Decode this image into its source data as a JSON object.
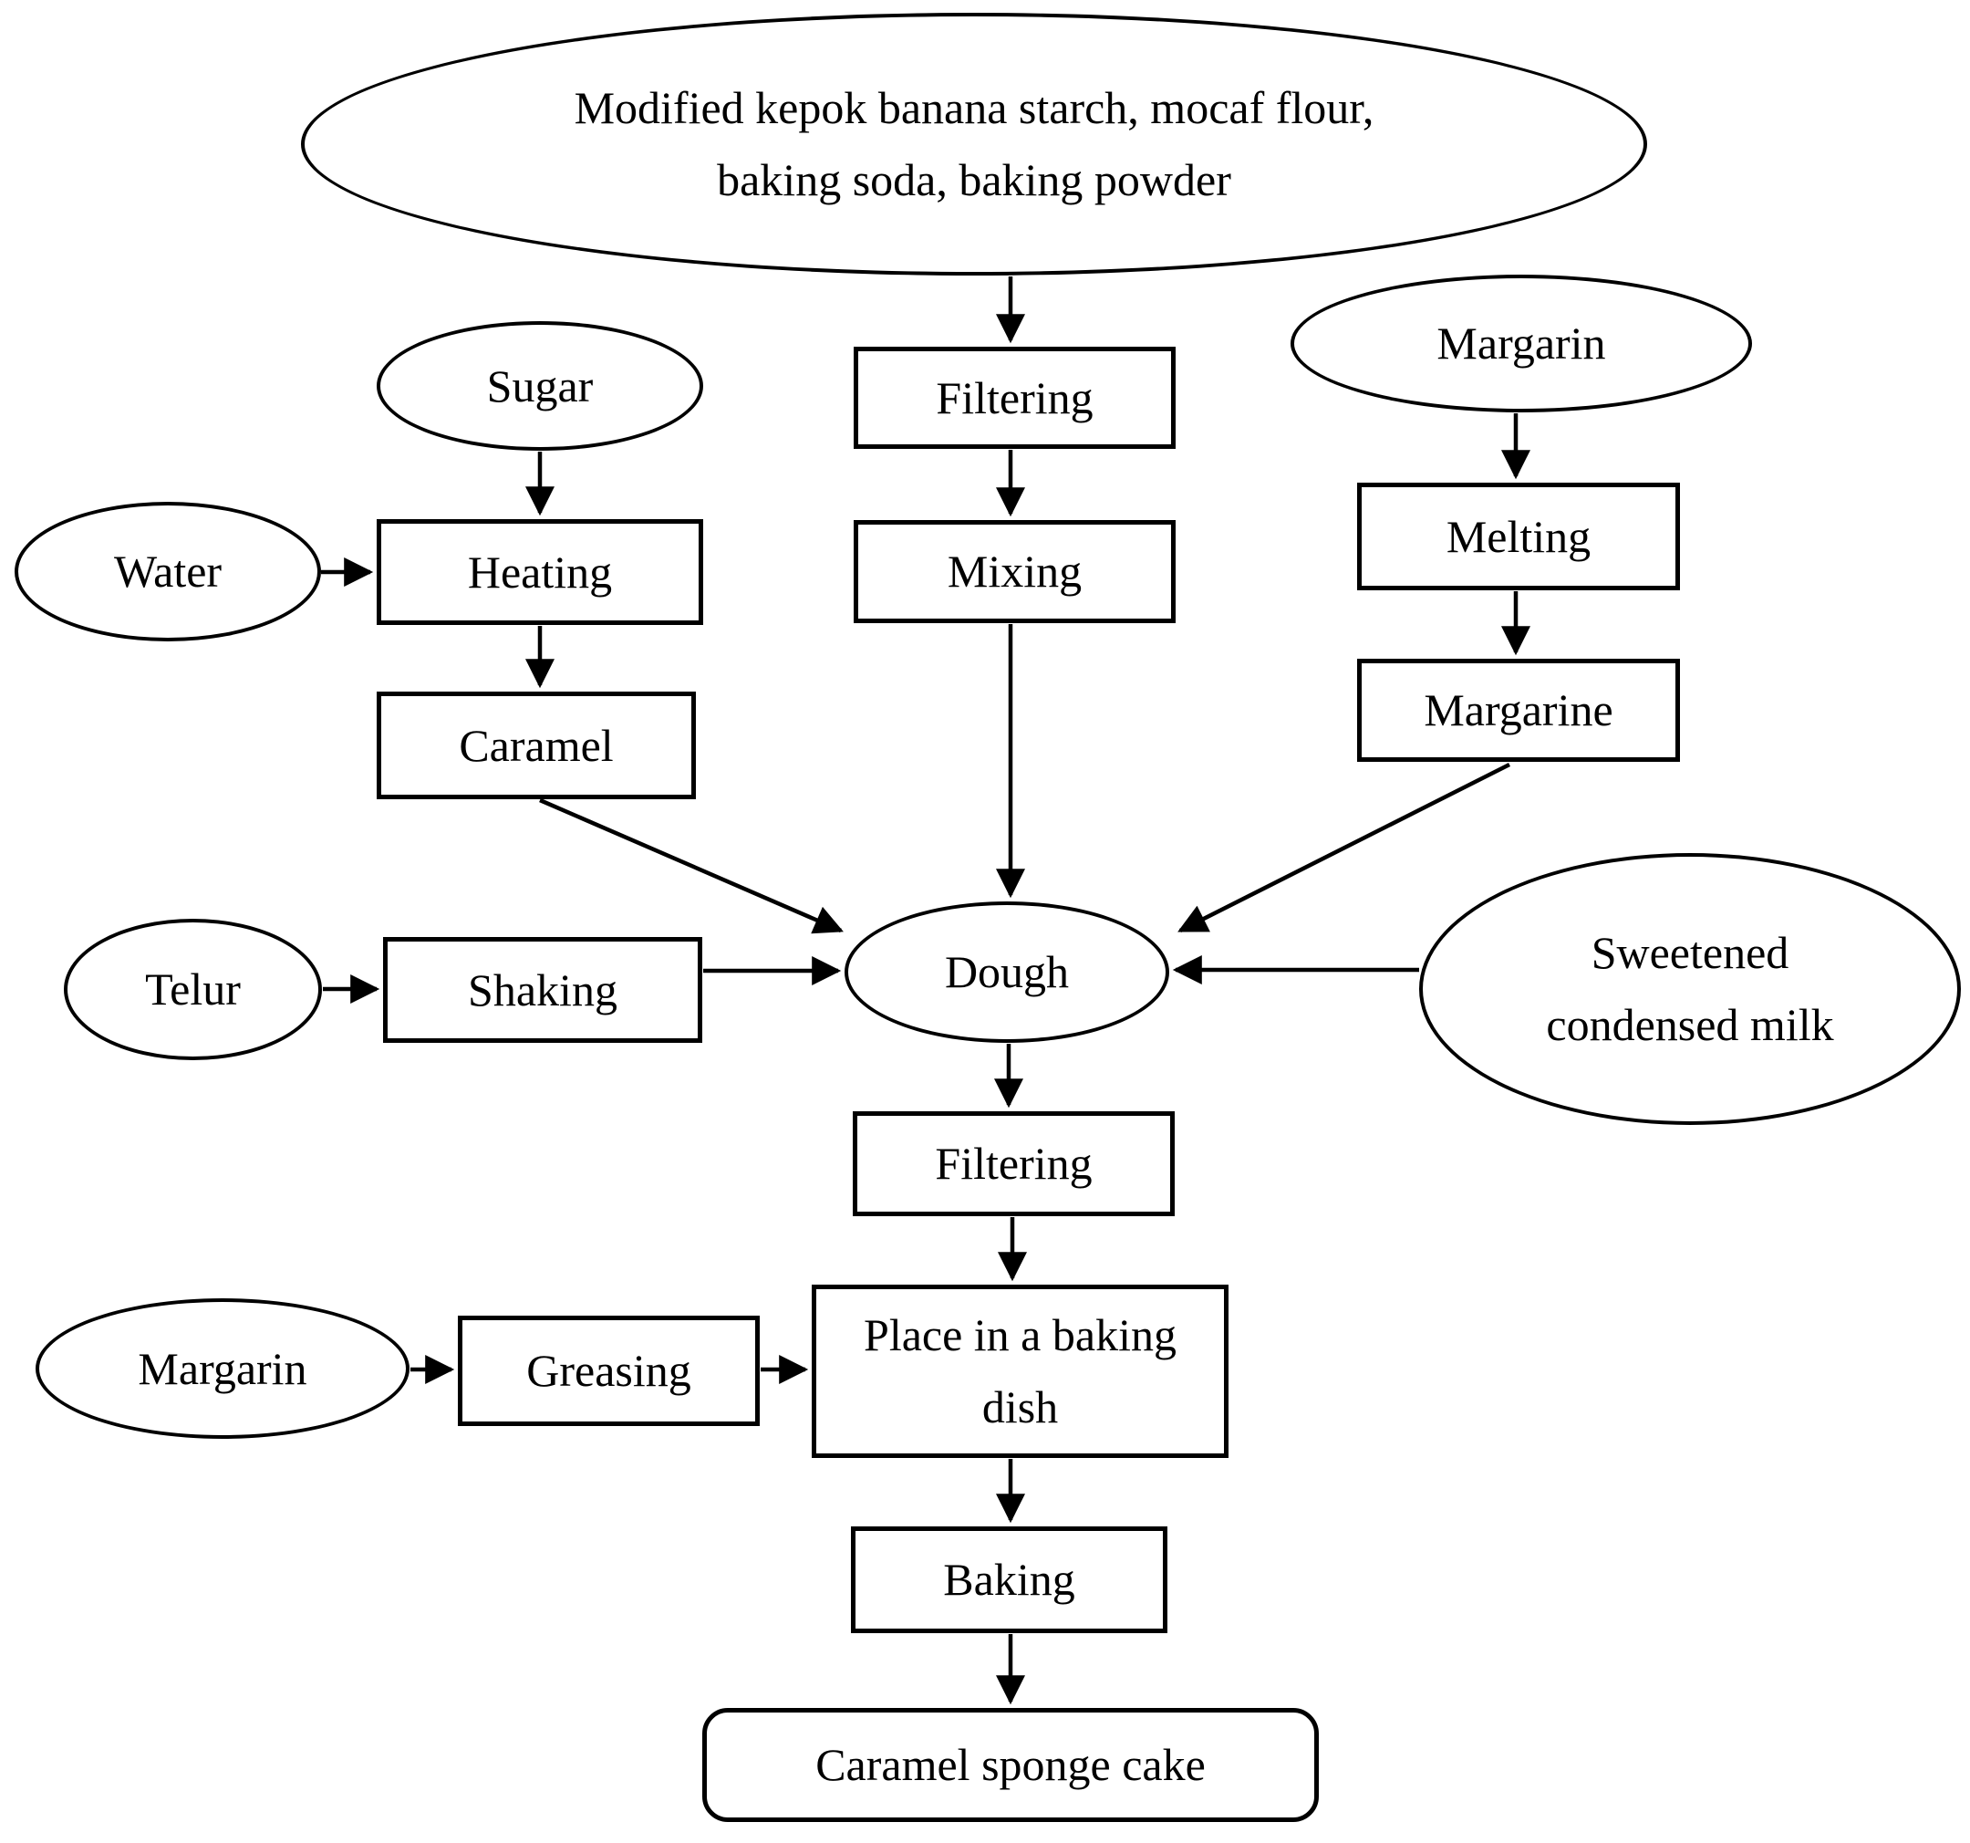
{
  "diagram": {
    "title": "Caramel sponge cake production flowchart",
    "background_color": "#ffffff",
    "stroke_color": "#000000"
  },
  "nodes": {
    "ingredients": {
      "shape": "ellipse",
      "line1": "Modified kepok banana starch, mocaf flour,",
      "line2": "baking soda, baking powder"
    },
    "filtering_top": {
      "shape": "rect",
      "label": "Filtering"
    },
    "mixing": {
      "shape": "rect",
      "label": "Mixing"
    },
    "sugar": {
      "shape": "ellipse",
      "label": "Sugar"
    },
    "water": {
      "shape": "ellipse",
      "label": "Water"
    },
    "heating": {
      "shape": "rect",
      "label": "Heating"
    },
    "caramel": {
      "shape": "rect",
      "label": "Caramel"
    },
    "margarin_top": {
      "shape": "ellipse",
      "label": "Margarin"
    },
    "melting": {
      "shape": "rect",
      "label": "Melting"
    },
    "margarine": {
      "shape": "rect",
      "label": "Margarine"
    },
    "telur": {
      "shape": "ellipse",
      "label": "Telur"
    },
    "shaking": {
      "shape": "rect",
      "label": "Shaking"
    },
    "dough": {
      "shape": "ellipse",
      "label": "Dough"
    },
    "sweetened_condensed_milk": {
      "shape": "ellipse",
      "line1": "Sweetened",
      "line2": "condensed milk"
    },
    "filtering_bottom": {
      "shape": "rect",
      "label": "Filtering"
    },
    "margarin_bottom": {
      "shape": "ellipse",
      "label": "Margarin"
    },
    "greasing": {
      "shape": "rect",
      "label": "Greasing"
    },
    "place_in_baking_dish": {
      "shape": "rect",
      "line1": "Place in a baking",
      "line2": "dish"
    },
    "baking": {
      "shape": "rect",
      "label": "Baking"
    },
    "caramel_sponge_cake": {
      "shape": "rounded",
      "label": "Caramel sponge cake"
    }
  },
  "edges": [
    {
      "from": "ingredients",
      "to": "filtering_top"
    },
    {
      "from": "filtering_top",
      "to": "mixing"
    },
    {
      "from": "mixing",
      "to": "dough"
    },
    {
      "from": "sugar",
      "to": "heating"
    },
    {
      "from": "water",
      "to": "heating"
    },
    {
      "from": "heating",
      "to": "caramel"
    },
    {
      "from": "caramel",
      "to": "dough"
    },
    {
      "from": "margarin_top",
      "to": "melting"
    },
    {
      "from": "melting",
      "to": "margarine"
    },
    {
      "from": "margarine",
      "to": "dough"
    },
    {
      "from": "telur",
      "to": "shaking"
    },
    {
      "from": "shaking",
      "to": "dough"
    },
    {
      "from": "sweetened_condensed_milk",
      "to": "dough"
    },
    {
      "from": "dough",
      "to": "filtering_bottom"
    },
    {
      "from": "filtering_bottom",
      "to": "place_in_baking_dish"
    },
    {
      "from": "margarin_bottom",
      "to": "greasing"
    },
    {
      "from": "greasing",
      "to": "place_in_baking_dish"
    },
    {
      "from": "place_in_baking_dish",
      "to": "baking"
    },
    {
      "from": "baking",
      "to": "caramel_sponge_cake"
    }
  ]
}
